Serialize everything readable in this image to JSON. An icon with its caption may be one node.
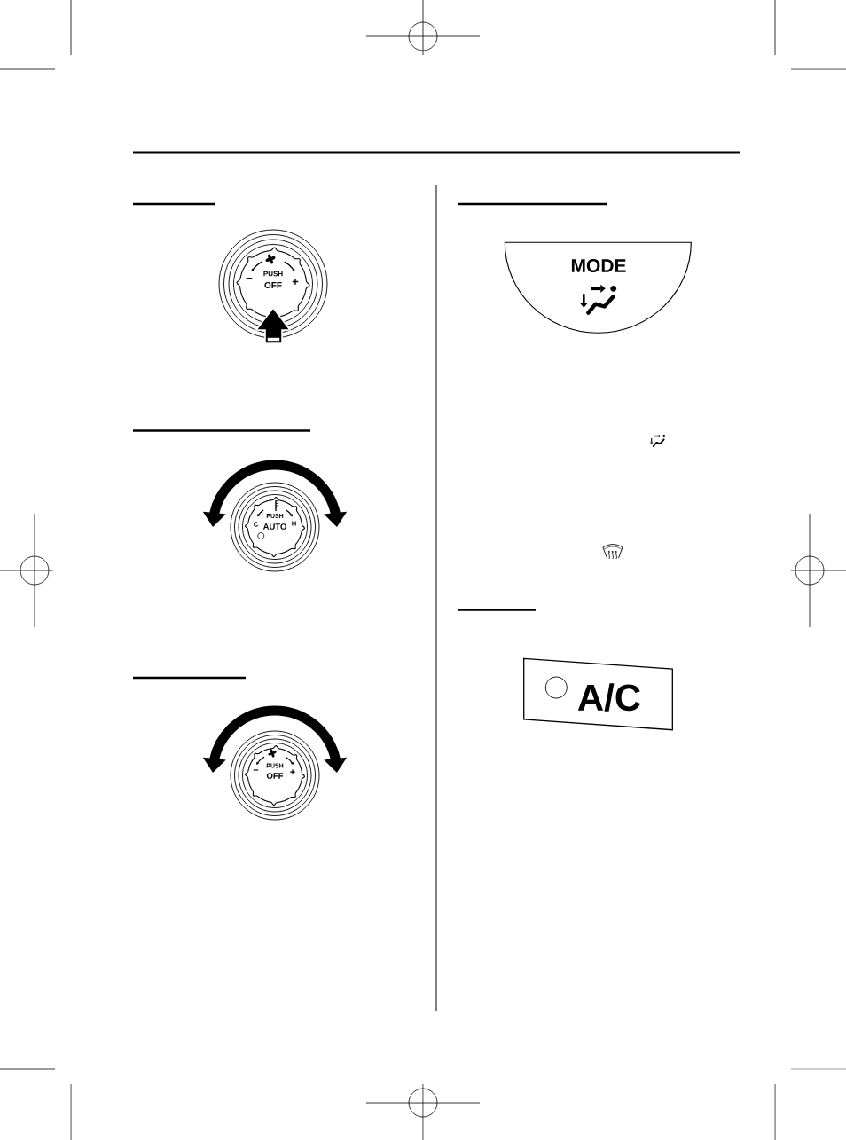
{
  "diagram": {
    "nodes": [
      {
        "text": [
          "PUSH",
          "−",
          "OFF",
          "+"
        ]
      },
      {
        "text": [
          "PUSH",
          "C",
          "AUTO",
          "H"
        ]
      },
      {
        "text": [
          "PUSH",
          "−",
          "OFF",
          "+"
        ]
      },
      {
        "text": [
          "MODE"
        ]
      },
      {
        "text": [
          "A/C"
        ]
      }
    ]
  }
}
